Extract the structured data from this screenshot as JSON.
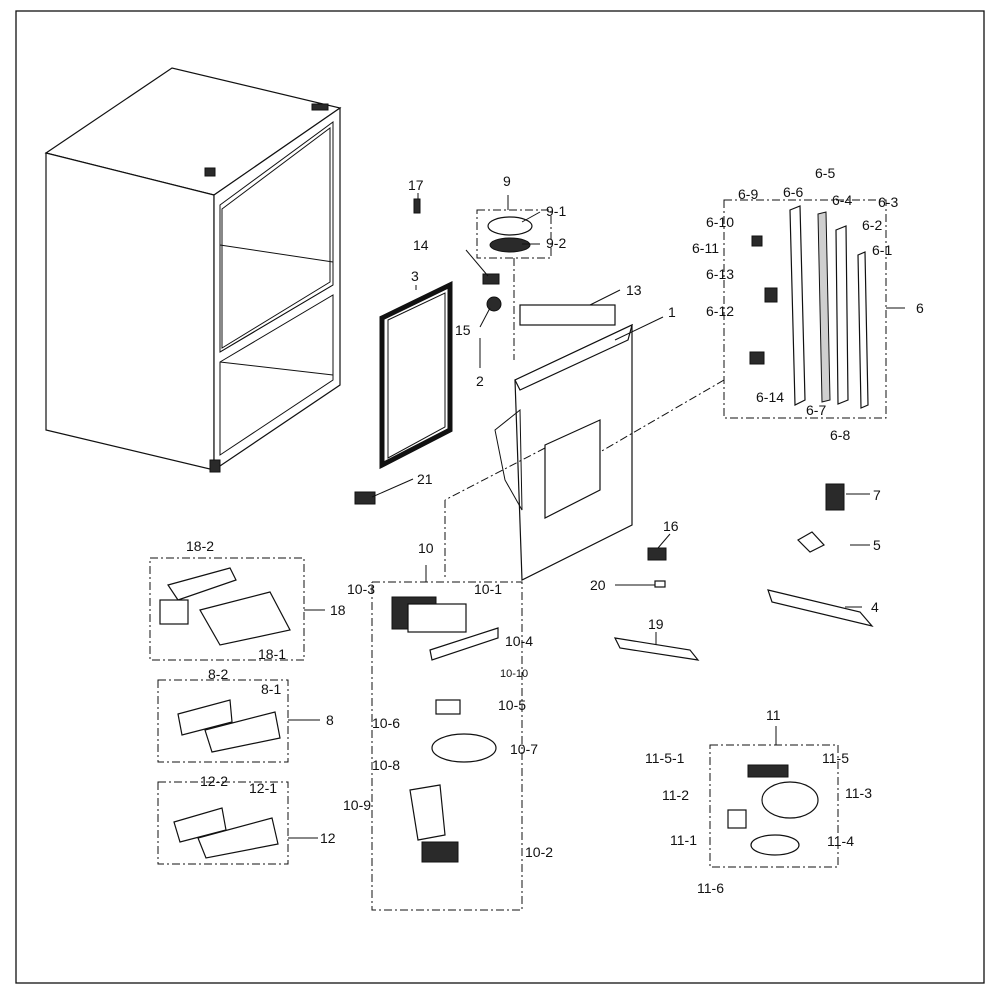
{
  "callouts": [
    {
      "id": "c1",
      "text": "1"
    },
    {
      "id": "c2",
      "text": "2"
    },
    {
      "id": "c3",
      "text": "3"
    },
    {
      "id": "c4",
      "text": "4"
    },
    {
      "id": "c5",
      "text": "5"
    },
    {
      "id": "c6",
      "text": "6"
    },
    {
      "id": "c6_1",
      "text": "6-1"
    },
    {
      "id": "c6_2",
      "text": "6-2"
    },
    {
      "id": "c6_3",
      "text": "6-3"
    },
    {
      "id": "c6_4",
      "text": "6-4"
    },
    {
      "id": "c6_5",
      "text": "6-5"
    },
    {
      "id": "c6_6",
      "text": "6-6"
    },
    {
      "id": "c6_7",
      "text": "6-7"
    },
    {
      "id": "c6_8",
      "text": "6-8"
    },
    {
      "id": "c6_9",
      "text": "6-9"
    },
    {
      "id": "c6_10",
      "text": "6-10"
    },
    {
      "id": "c6_11",
      "text": "6-11"
    },
    {
      "id": "c6_12",
      "text": "6-12"
    },
    {
      "id": "c6_13",
      "text": "6-13"
    },
    {
      "id": "c6_14",
      "text": "6-14"
    },
    {
      "id": "c7",
      "text": "7"
    },
    {
      "id": "c8",
      "text": "8"
    },
    {
      "id": "c8_1",
      "text": "8-1"
    },
    {
      "id": "c8_2",
      "text": "8-2"
    },
    {
      "id": "c9",
      "text": "9"
    },
    {
      "id": "c9_1",
      "text": "9-1"
    },
    {
      "id": "c9_2",
      "text": "9-2"
    },
    {
      "id": "c10",
      "text": "10"
    },
    {
      "id": "c10_1",
      "text": "10-1"
    },
    {
      "id": "c10_2",
      "text": "10-2"
    },
    {
      "id": "c10_3",
      "text": "10-3"
    },
    {
      "id": "c10_4",
      "text": "10-4"
    },
    {
      "id": "c10_5",
      "text": "10-5"
    },
    {
      "id": "c10_6",
      "text": "10-6"
    },
    {
      "id": "c10_7",
      "text": "10-7"
    },
    {
      "id": "c10_8",
      "text": "10-8"
    },
    {
      "id": "c10_9",
      "text": "10-9"
    },
    {
      "id": "c10_10",
      "text": "10-10"
    },
    {
      "id": "c11",
      "text": "11"
    },
    {
      "id": "c11_1",
      "text": "11-1"
    },
    {
      "id": "c11_2",
      "text": "11-2"
    },
    {
      "id": "c11_3",
      "text": "11-3"
    },
    {
      "id": "c11_4",
      "text": "11-4"
    },
    {
      "id": "c11_5",
      "text": "11-5"
    },
    {
      "id": "c11_5_1",
      "text": "11-5-1"
    },
    {
      "id": "c11_6",
      "text": "11-6"
    },
    {
      "id": "c12",
      "text": "12"
    },
    {
      "id": "c12_1",
      "text": "12-1"
    },
    {
      "id": "c12_2",
      "text": "12-2"
    },
    {
      "id": "c13",
      "text": "13"
    },
    {
      "id": "c14",
      "text": "14"
    },
    {
      "id": "c15",
      "text": "15"
    },
    {
      "id": "c16",
      "text": "16"
    },
    {
      "id": "c17",
      "text": "17"
    },
    {
      "id": "c18",
      "text": "18"
    },
    {
      "id": "c18_1",
      "text": "18-1"
    },
    {
      "id": "c18_2",
      "text": "18-2"
    },
    {
      "id": "c19",
      "text": "19"
    },
    {
      "id": "c20",
      "text": "20"
    },
    {
      "id": "c21",
      "text": "21"
    }
  ]
}
